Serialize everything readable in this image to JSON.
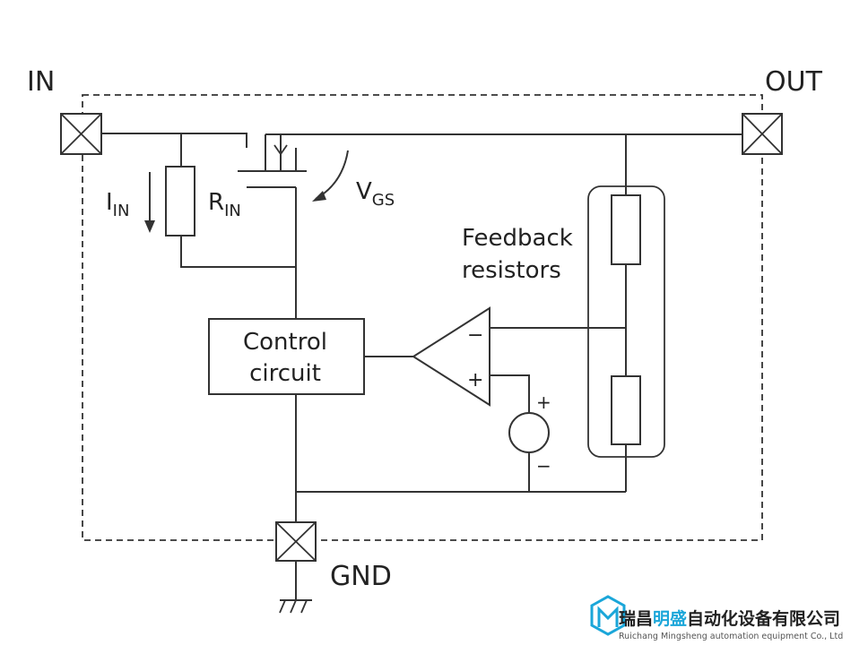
{
  "pins": {
    "in": "IN",
    "out": "OUT",
    "gnd": "GND"
  },
  "labels": {
    "i_in_main": "I",
    "i_in_sub": "IN",
    "r_in_main": "R",
    "r_in_sub": "IN",
    "vgs_main": "V",
    "vgs_sub": "GS",
    "feedback_line1": "Feedback",
    "feedback_line2": "resistors",
    "control_line1": "Control",
    "control_line2": "circuit",
    "opamp_minus": "−",
    "opamp_plus": "+",
    "ref_plus": "+",
    "ref_minus": "−"
  },
  "watermark": {
    "company_cn_prefix": "瑞昌",
    "company_cn_highlight": "明盛",
    "company_cn_suffix": "自动化设备有限公司",
    "company_en": "Ruichang Mingsheng automation equipment Co., Ltd",
    "colors": {
      "highlight": "#1aa6d9",
      "logo": "#1aa6d9"
    }
  }
}
